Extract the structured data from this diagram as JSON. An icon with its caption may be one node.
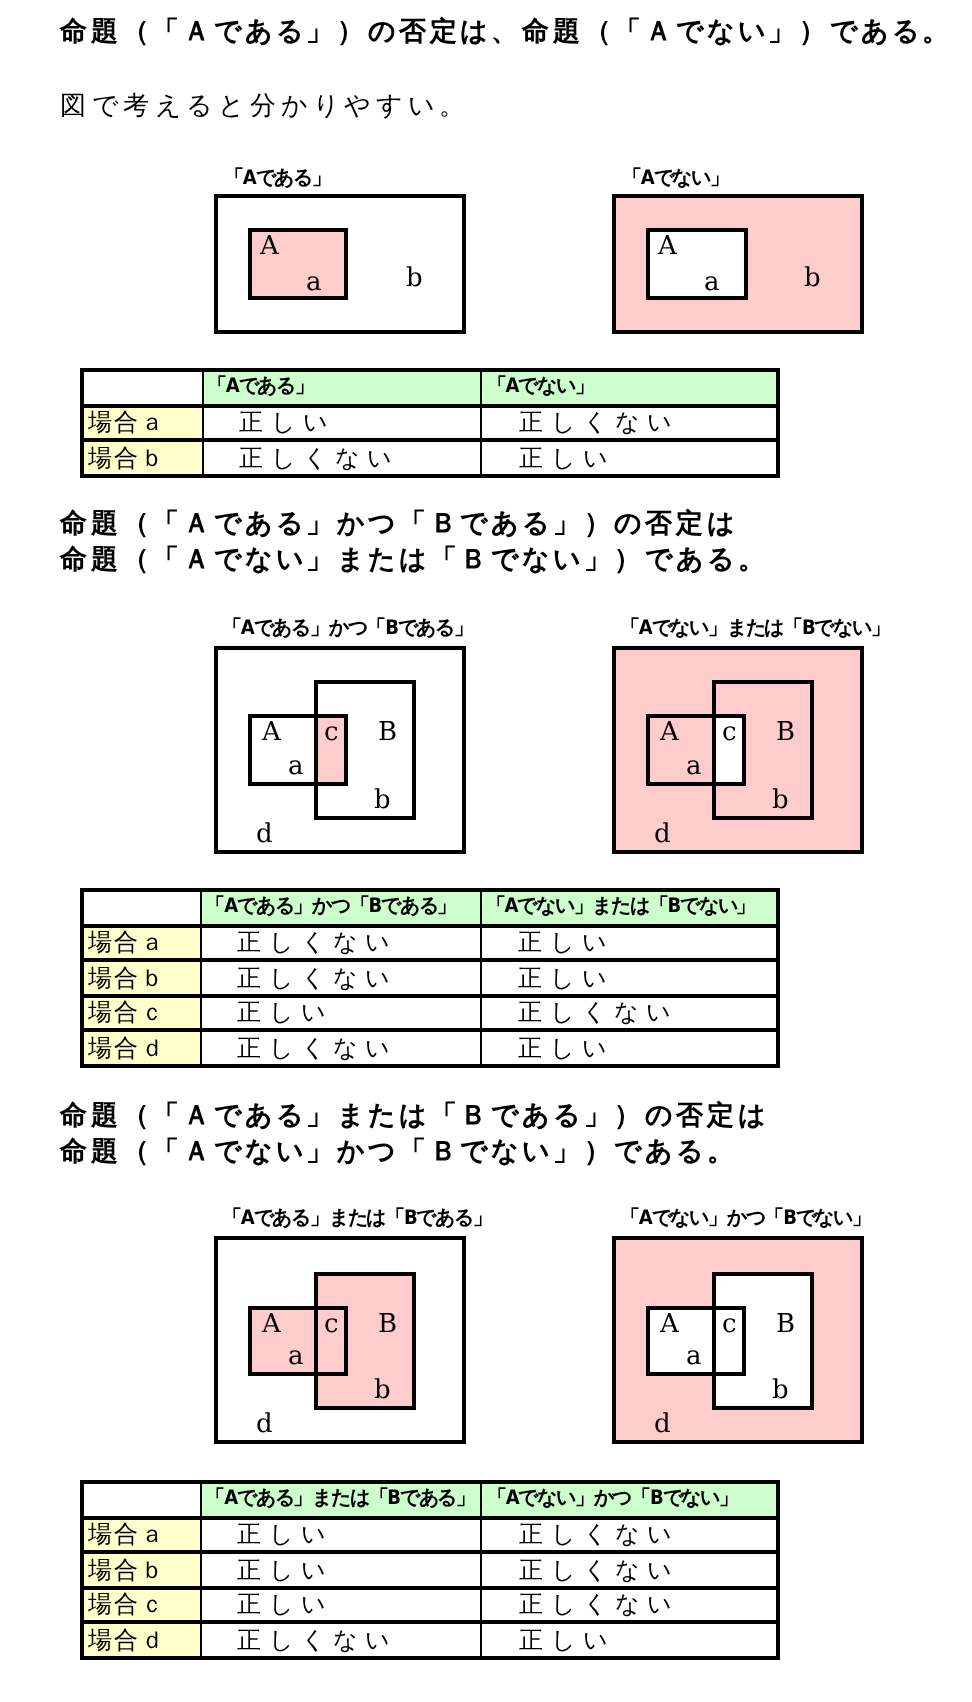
{
  "diagram": {
    "nodes": [
      {
        "text": [
          "「Aである」",
          "b"
        ]
      },
      {
        "text": [
          "A",
          "a"
        ],
        "in": 0
      },
      {
        "text": [
          "「Aでない」",
          "b"
        ]
      },
      {
        "text": [
          "A",
          "a"
        ],
        "in": 2
      },
      {
        "text": [
          "「Aである」かつ「Bである」",
          "d"
        ]
      },
      {
        "text": [
          "A",
          "a"
        ],
        "in": 4
      },
      {
        "text": [
          "B",
          "b"
        ],
        "in": 4
      },
      {
        "text": [
          "c"
        ]
      },
      {
        "text": [
          "「Aでない」または「Bでない」",
          "d"
        ]
      },
      {
        "text": [
          "A",
          "a"
        ],
        "in": 8
      },
      {
        "text": [
          "B",
          "b"
        ],
        "in": 8
      },
      {
        "text": [
          "c"
        ]
      },
      {
        "text": [
          "「Aである」または「Bである」",
          "d"
        ]
      },
      {
        "text": [
          "A",
          "a"
        ],
        "in": 12
      },
      {
        "text": [
          "B",
          "b"
        ],
        "in": 12
      },
      {
        "text": [
          "c"
        ]
      },
      {
        "text": [
          "「Aでない」かつ「Bでない」",
          "d"
        ]
      },
      {
        "text": [
          "A",
          "a"
        ],
        "in": 16
      },
      {
        "text": [
          "B",
          "b"
        ],
        "in": 16
      },
      {
        "text": [
          "c"
        ]
      }
    ],
    "labels": [
      "命題（「Ａである」）の否定は、命題（「Ａでない」）である。",
      "図で考えると分かりやすい。",
      "「Aである」",
      "「Aでない」",
      "場合ａ",
      "正しい",
      "正しくない",
      "場合ｂ",
      "正しくない",
      "正しい",
      "命題（「Ａである」かつ「Ｂである」）の否定は",
      "命題（「Ａでない」または「Ｂでない」）である。",
      "「Aである」かつ「Bである」",
      "「Aでない」または「Bでない」",
      "場合ａ",
      "正しくない",
      "正しい",
      "場合ｂ",
      "正しくない",
      "正しい",
      "場合ｃ",
      "正しい",
      "正しくない",
      "場合ｄ",
      "正しくない",
      "正しい",
      "命題（「Ａである」または「Ｂである」）の否定は",
      "命題（「Ａでない」かつ「Ｂでない」）である。",
      "「Aである」または「Bである」",
      "「Aでない」かつ「Bでない」",
      "場合ａ",
      "正しい",
      "正しくない",
      "場合ｂ",
      "正しい",
      "正しくない",
      "場合ｃ",
      "正しい",
      "正しくない",
      "場合ｄ",
      "正しくない",
      "正しい"
    ]
  }
}
